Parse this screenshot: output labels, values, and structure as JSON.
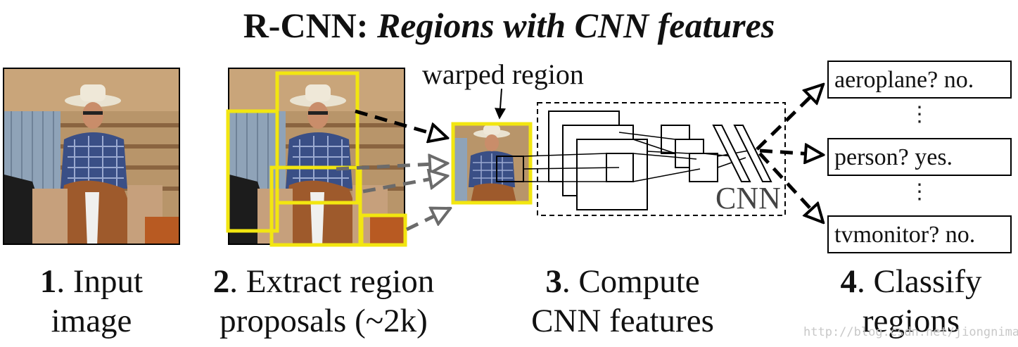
{
  "title": {
    "prefix": "R-CNN:",
    "rest": "Regions with CNN features"
  },
  "warped_label": "warped region",
  "cnn_label": "CNN",
  "classifications": [
    {
      "text": "aeroplane? no."
    },
    {
      "text": "person? yes."
    },
    {
      "text": "tvmonitor? no."
    }
  ],
  "vertical_dots": "⋮",
  "steps": [
    {
      "num": "1",
      "line1": ". Input",
      "line2": "image"
    },
    {
      "num": "2",
      "line1": ". Extract region",
      "line2": "proposals (~2k)"
    },
    {
      "num": "3",
      "line1": ". Compute",
      "line2": "CNN features"
    },
    {
      "num": "4",
      "line1": ". Classify",
      "line2": "regions"
    }
  ],
  "watermark": "http://blog.csdn.net/jiongnima",
  "colors": {
    "proposal_box": "#f2e610",
    "arrow_dark": "#000000",
    "arrow_gray": "#6b6b6b"
  }
}
